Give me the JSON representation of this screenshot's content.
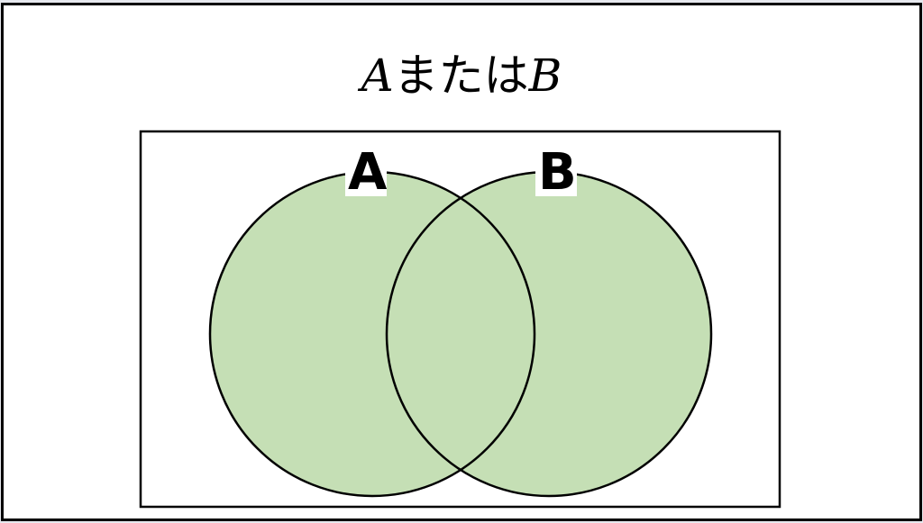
{
  "title": {
    "set_a": "A",
    "connector": "または",
    "set_b": "B"
  },
  "diagram": {
    "type": "venn",
    "operation": "union",
    "sets": [
      {
        "label": "A",
        "highlighted": true
      },
      {
        "label": "B",
        "highlighted": true
      }
    ],
    "fill_color": "#c5dfb5",
    "stroke_color": "#000000",
    "background_color": "#ffffff"
  }
}
